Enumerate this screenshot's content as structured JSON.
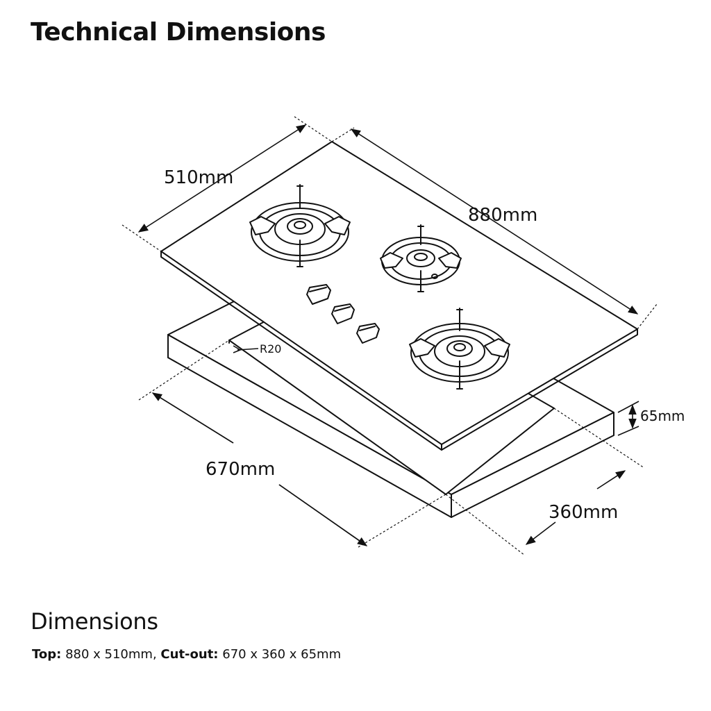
{
  "title": "Technical Dimensions",
  "diagram": {
    "dim_top_depth": "510mm",
    "dim_top_width": "880mm",
    "dim_cutout_width": "670mm",
    "dim_cutout_depth": "360mm",
    "dim_cutout_height": "65mm",
    "corner_radius": "R20"
  },
  "dimensions": {
    "heading": "Dimensions",
    "top_label": "Top:",
    "top_value": "880 x 510mm,",
    "cutout_label": "Cut-out:",
    "cutout_value": "670 x 360 x 65mm"
  }
}
